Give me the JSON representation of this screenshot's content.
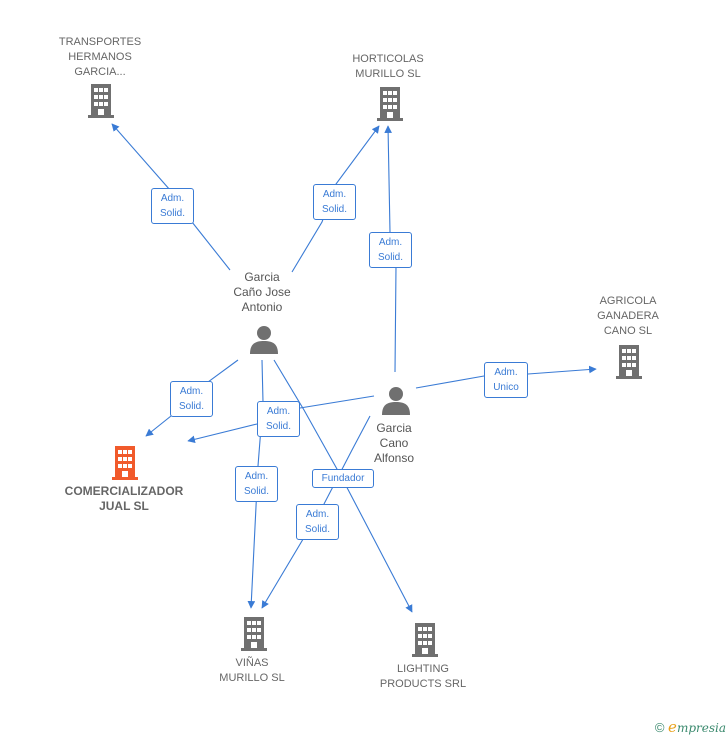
{
  "colors": {
    "edge": "#3a7bd5",
    "node_gray": "#707070",
    "node_highlight": "#f15a2b",
    "footer": "#3b8a6e"
  },
  "companies": {
    "transportes": {
      "label_lines": [
        "TRANSPORTES",
        "HERMANOS",
        "GARCIA..."
      ],
      "icon": "building-icon"
    },
    "horticolas": {
      "label_lines": [
        "HORTICOLAS",
        "MURILLO SL"
      ],
      "icon": "building-icon"
    },
    "agricola": {
      "label_lines": [
        "AGRICOLA",
        "GANADERA",
        "CANO  SL"
      ],
      "icon": "building-icon"
    },
    "comercializador": {
      "label_lines": [
        "COMERCIALIZADOR",
        "JUAL  SL"
      ],
      "icon": "building-icon",
      "highlight": true
    },
    "vinas": {
      "label_lines": [
        "VIÑAS",
        "MURILLO  SL"
      ],
      "icon": "building-icon"
    },
    "lighting": {
      "label_lines": [
        "LIGHTING",
        "PRODUCTS SRL"
      ],
      "icon": "building-icon"
    }
  },
  "persons": {
    "jose": {
      "label_lines": [
        "Garcia",
        "Caño Jose",
        "Antonio"
      ],
      "icon": "person-icon"
    },
    "alfonso": {
      "label_lines": [
        "Garcia",
        "Cano",
        "Alfonso"
      ],
      "icon": "person-icon"
    }
  },
  "edge_labels": {
    "jose_transportes": [
      "Adm.",
      "Solid."
    ],
    "jose_horticolas": [
      "Adm.",
      "Solid."
    ],
    "alfonso_horticolas": [
      "Adm.",
      "Solid."
    ],
    "alfonso_agricola": [
      "Adm.",
      "Unico"
    ],
    "jose_comercializador": [
      "Adm.",
      "Solid."
    ],
    "alfonso_comercializador": [
      "Adm.",
      "Solid."
    ],
    "jose_vinas": [
      "Adm.",
      "Solid."
    ],
    "jose_lighting": [
      "Fundador"
    ],
    "alfonso_vinas": [
      "Adm.",
      "Solid."
    ]
  },
  "footer": {
    "copyright": "©",
    "brand_initial": "e",
    "brand_rest": "mpresia"
  }
}
